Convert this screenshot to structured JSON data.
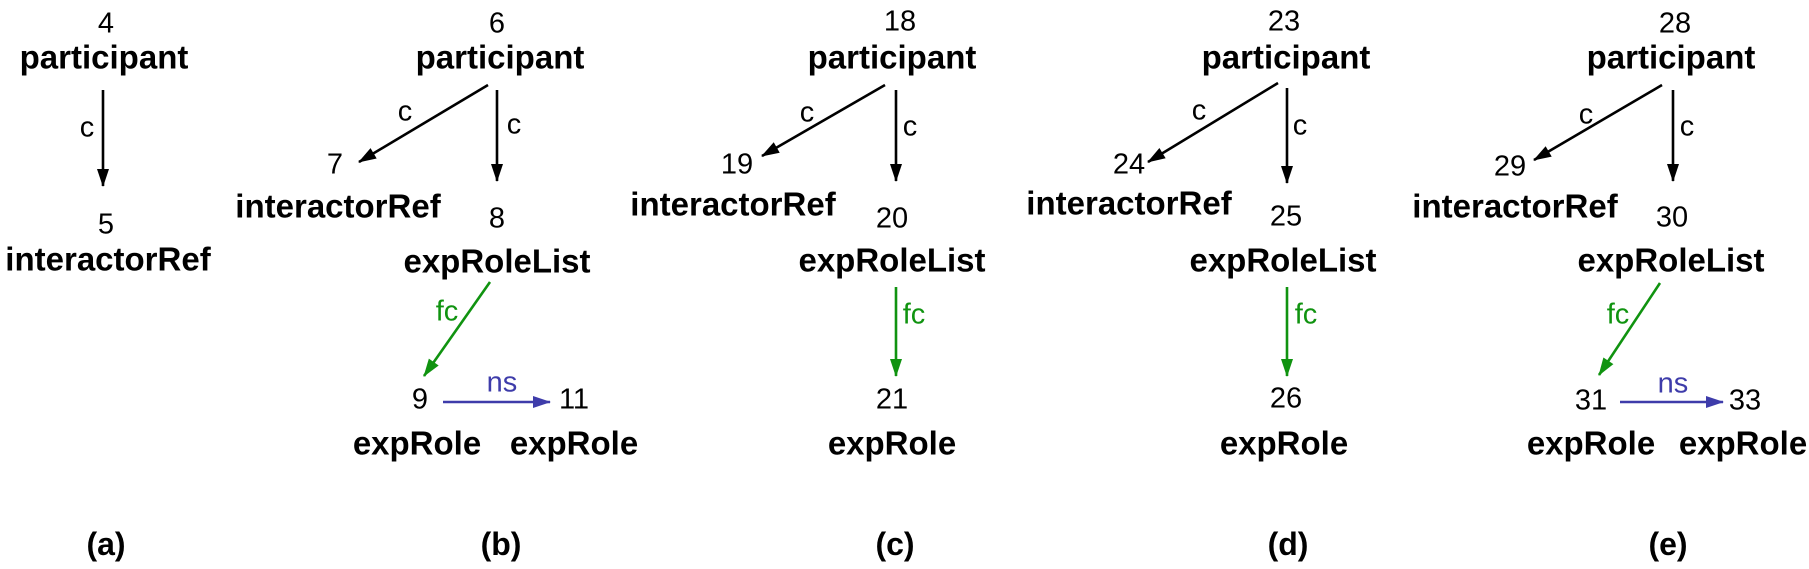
{
  "colors": {
    "background": "#ffffff",
    "node_text": "#000000",
    "edge_c": "#000000",
    "edge_fc": "#109310",
    "edge_ns": "#3e3caa"
  },
  "panels": [
    {
      "caption": "(a)",
      "nodes": [
        {
          "id": "4",
          "label": "participant"
        },
        {
          "id": "5",
          "label": "interactorRef"
        }
      ],
      "edges": [
        {
          "label": "c",
          "from": "4",
          "to": "5"
        }
      ]
    },
    {
      "caption": "(b)",
      "nodes": [
        {
          "id": "6",
          "label": "participant"
        },
        {
          "id": "7",
          "label": "interactorRef"
        },
        {
          "id": "8",
          "label": "expRoleList"
        },
        {
          "id": "9",
          "label": "expRole"
        },
        {
          "id": "11",
          "label": "expRole"
        }
      ],
      "edges": [
        {
          "label": "c",
          "from": "6",
          "to": "7"
        },
        {
          "label": "c",
          "from": "6",
          "to": "8"
        },
        {
          "label": "fc",
          "from": "8",
          "to": "9"
        },
        {
          "label": "ns",
          "from": "9",
          "to": "11"
        }
      ]
    },
    {
      "caption": "(c)",
      "nodes": [
        {
          "id": "18",
          "label": "participant"
        },
        {
          "id": "19",
          "label": "interactorRef"
        },
        {
          "id": "20",
          "label": "expRoleList"
        },
        {
          "id": "21",
          "label": "expRole"
        }
      ],
      "edges": [
        {
          "label": "c",
          "from": "18",
          "to": "19"
        },
        {
          "label": "c",
          "from": "18",
          "to": "20"
        },
        {
          "label": "fc",
          "from": "20",
          "to": "21"
        }
      ]
    },
    {
      "caption": "(d)",
      "nodes": [
        {
          "id": "23",
          "label": "participant"
        },
        {
          "id": "24",
          "label": "interactorRef"
        },
        {
          "id": "25",
          "label": "expRoleList"
        },
        {
          "id": "26",
          "label": "expRole"
        }
      ],
      "edges": [
        {
          "label": "c",
          "from": "23",
          "to": "24"
        },
        {
          "label": "c",
          "from": "23",
          "to": "25"
        },
        {
          "label": "fc",
          "from": "25",
          "to": "26"
        }
      ]
    },
    {
      "caption": "(e)",
      "nodes": [
        {
          "id": "28",
          "label": "participant"
        },
        {
          "id": "29",
          "label": "interactorRef"
        },
        {
          "id": "30",
          "label": "expRoleList"
        },
        {
          "id": "31",
          "label": "expRole"
        },
        {
          "id": "33",
          "label": "expRole"
        }
      ],
      "edges": [
        {
          "label": "c",
          "from": "28",
          "to": "29"
        },
        {
          "label": "c",
          "from": "28",
          "to": "30"
        },
        {
          "label": "fc",
          "from": "30",
          "to": "31"
        },
        {
          "label": "ns",
          "from": "31",
          "to": "33"
        }
      ]
    }
  ]
}
